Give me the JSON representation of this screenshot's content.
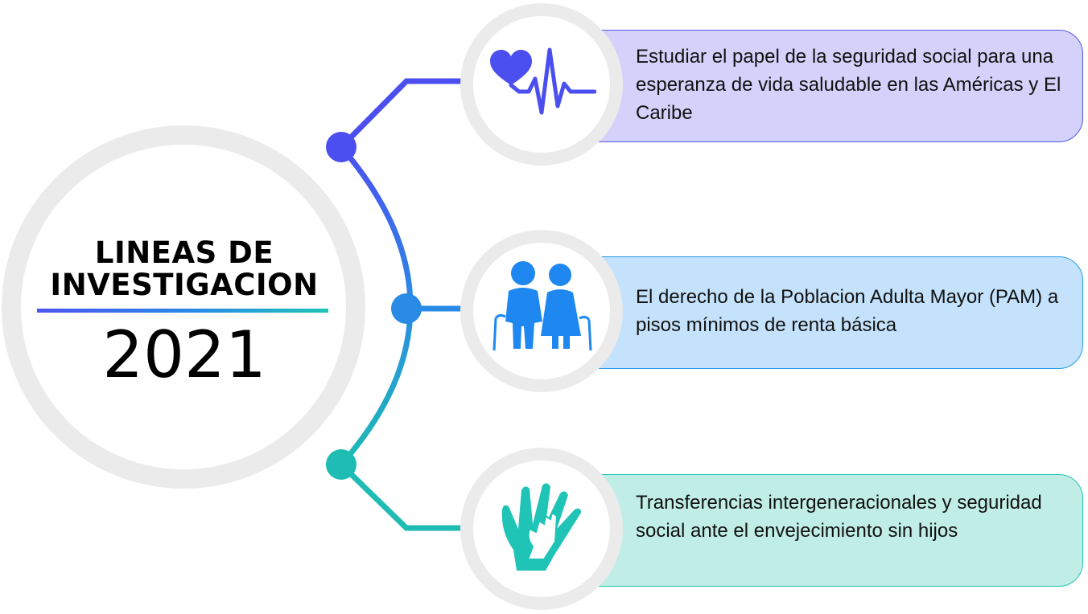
{
  "title": {
    "line1": "LINEAS DE",
    "line2": "INVESTIGACION",
    "year": "2021"
  },
  "items": [
    {
      "text": "Estudiar el papel de la seguridad social para una esperanza de vida saludable en las Américas y El Caribe",
      "icon": "heart-pulse-icon",
      "color": "#4c4ff0",
      "card_color": "#d4d2fa"
    },
    {
      "text": "El derecho de la Poblacion Adulta Mayor (PAM) a pisos mínimos de renta básica",
      "icon": "elderly-couple-icon",
      "color": "#1e88f0",
      "card_color": "#c4e2fb"
    },
    {
      "text": "Transferencias intergeneracionales y seguridad social ante el envejecimiento sin hijos",
      "icon": "helping-hands-icon",
      "color": "#1fc4b7",
      "card_color": "#c0eee6"
    }
  ],
  "colors": {
    "connector_top": "#4c4ff0",
    "connector_mid": "#2a8be6",
    "connector_bottom": "#1fbcb3",
    "ring_gray": "#ebebeb"
  }
}
